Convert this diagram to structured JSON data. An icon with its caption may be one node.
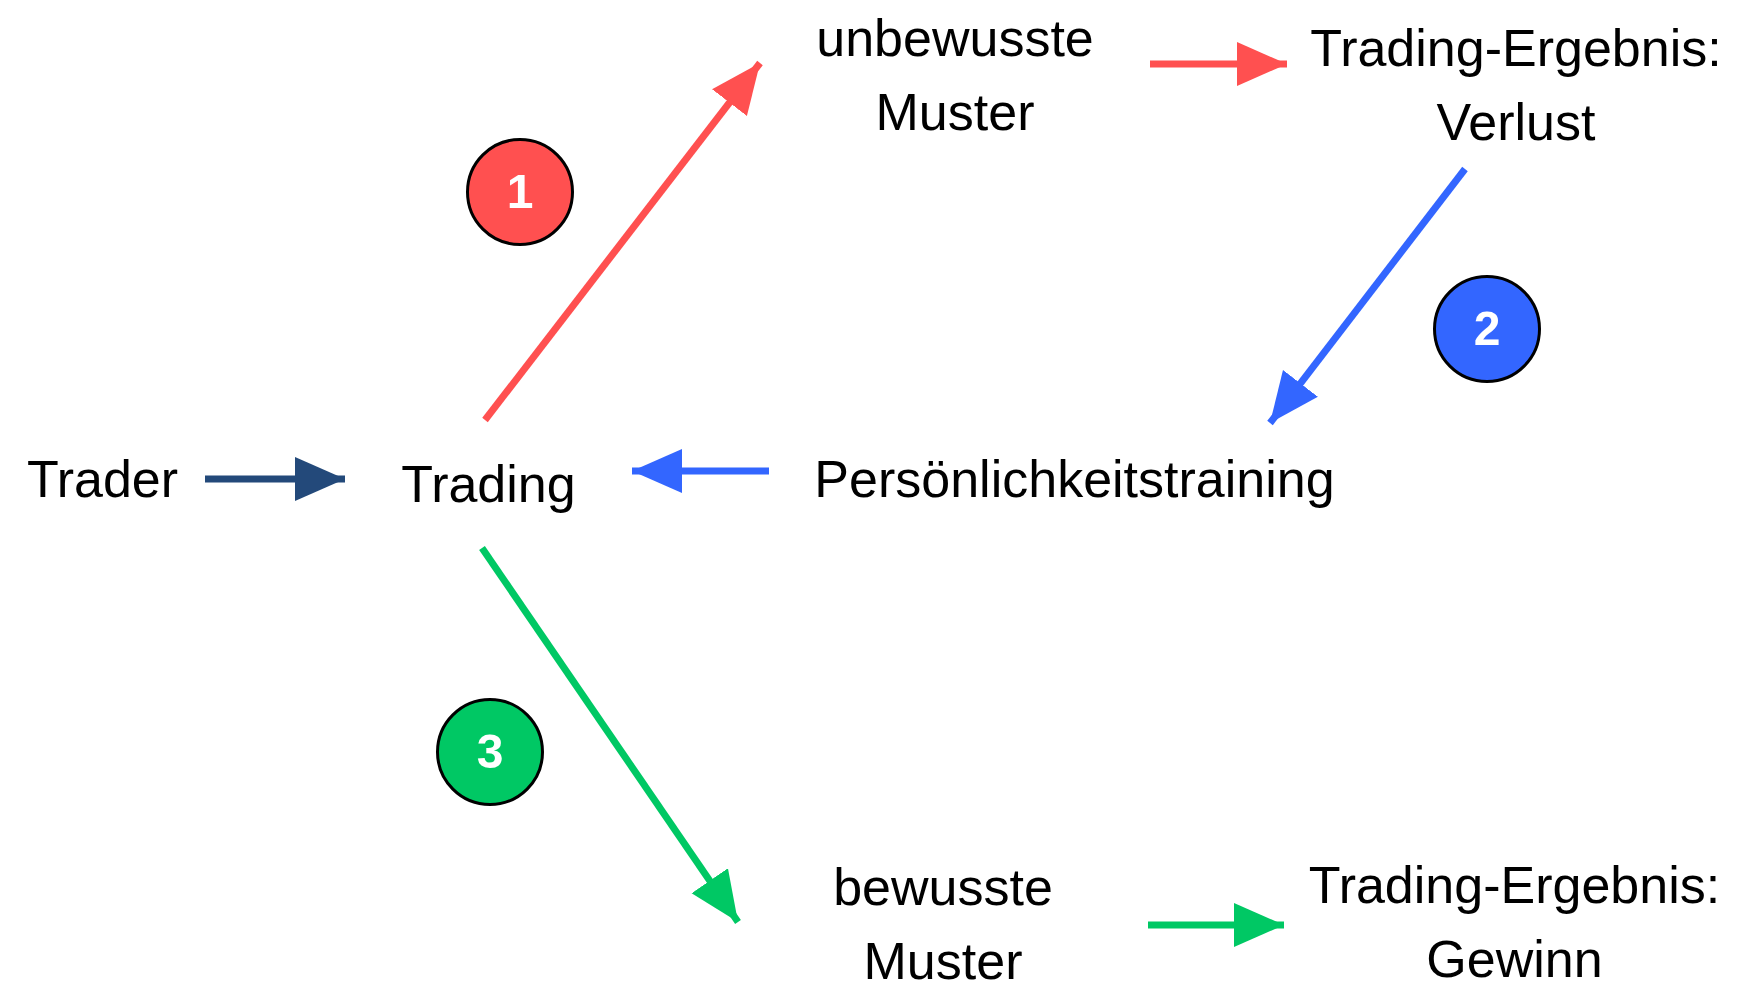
{
  "diagram": {
    "nodes": [
      {
        "text": [
          "Trader"
        ]
      },
      {
        "text": [
          "Trading"
        ]
      },
      {
        "text": [
          "unbewusste Muster"
        ]
      },
      {
        "text": [
          "Trading-Ergebnis: Verlust"
        ]
      },
      {
        "text": [
          "Persönlichkeitstraining"
        ]
      },
      {
        "text": [
          "bewusste Muster"
        ]
      },
      {
        "text": [
          "Trading-Ergebnis: Gewinn"
        ]
      },
      {
        "text": [
          "1"
        ]
      },
      {
        "text": [
          "2"
        ]
      },
      {
        "text": [
          "3"
        ]
      }
    ],
    "edges": [
      {
        "from": 0,
        "to": 1,
        "arrow": "to",
        "color": "#23497a"
      },
      {
        "from": 1,
        "to": 2,
        "arrow": "to",
        "color": "#ff5050"
      },
      {
        "from": 2,
        "to": 3,
        "arrow": "to",
        "color": "#ff5050"
      },
      {
        "from": 3,
        "to": 4,
        "arrow": "to",
        "color": "#3366ff"
      },
      {
        "from": 4,
        "to": 1,
        "arrow": "to",
        "color": "#3366ff"
      },
      {
        "from": 1,
        "to": 5,
        "arrow": "to",
        "color": "#00c864"
      },
      {
        "from": 5,
        "to": 6,
        "arrow": "to",
        "color": "#00c864"
      }
    ]
  }
}
